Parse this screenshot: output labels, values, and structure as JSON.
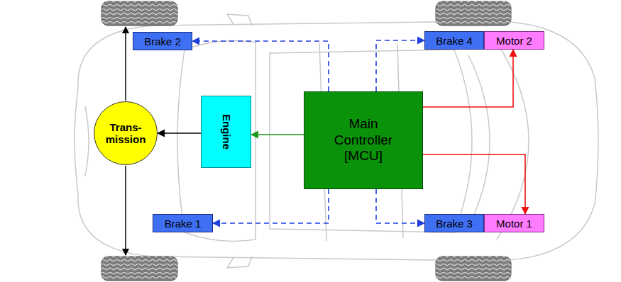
{
  "diagram": {
    "nodes": [
      {
        "text": [
          "Brake 2"
        ]
      },
      {
        "text": [
          "Brake 4"
        ]
      },
      {
        "text": [
          "Motor 2"
        ]
      },
      {
        "text": [
          "Trans- mission"
        ]
      },
      {
        "text": [
          "Engine"
        ]
      },
      {
        "text": [
          "Main Controller [MCU]"
        ]
      },
      {
        "text": [
          "Brake 1"
        ]
      },
      {
        "text": [
          "Brake 3"
        ]
      },
      {
        "text": [
          "Motor 1"
        ]
      }
    ],
    "edges": [
      {
        "from": 5,
        "to": 4,
        "arrow": "to"
      },
      {
        "from": 4,
        "to": 3,
        "arrow": "to"
      },
      {
        "from": 5,
        "to": 2,
        "arrow": "to"
      },
      {
        "from": 5,
        "to": 8,
        "arrow": "to"
      },
      {
        "from": 5,
        "to": 0,
        "arrow": "to"
      },
      {
        "from": 5,
        "to": 1,
        "arrow": "to"
      },
      {
        "from": 5,
        "to": 6,
        "arrow": "to"
      },
      {
        "from": 5,
        "to": 7,
        "arrow": "to"
      }
    ]
  }
}
